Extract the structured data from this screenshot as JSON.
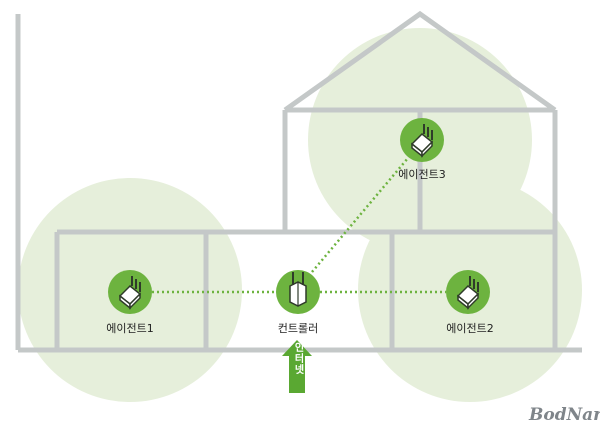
{
  "nodes": {
    "agent1": "에이전트1",
    "agent2": "에이전트2",
    "agent3": "에이전트3",
    "controller": "컨트롤러"
  },
  "internet_arrow": {
    "label": "인터넷"
  },
  "brand": "BodNara",
  "colors": {
    "coverage": "#e6efdb",
    "node_green": "#6db33f",
    "link": "#6db33f",
    "house_outline": "#c4c8c8",
    "arrow": "#5aa832"
  },
  "icons": {
    "agent": "router-icon",
    "controller": "controller-router-icon"
  }
}
